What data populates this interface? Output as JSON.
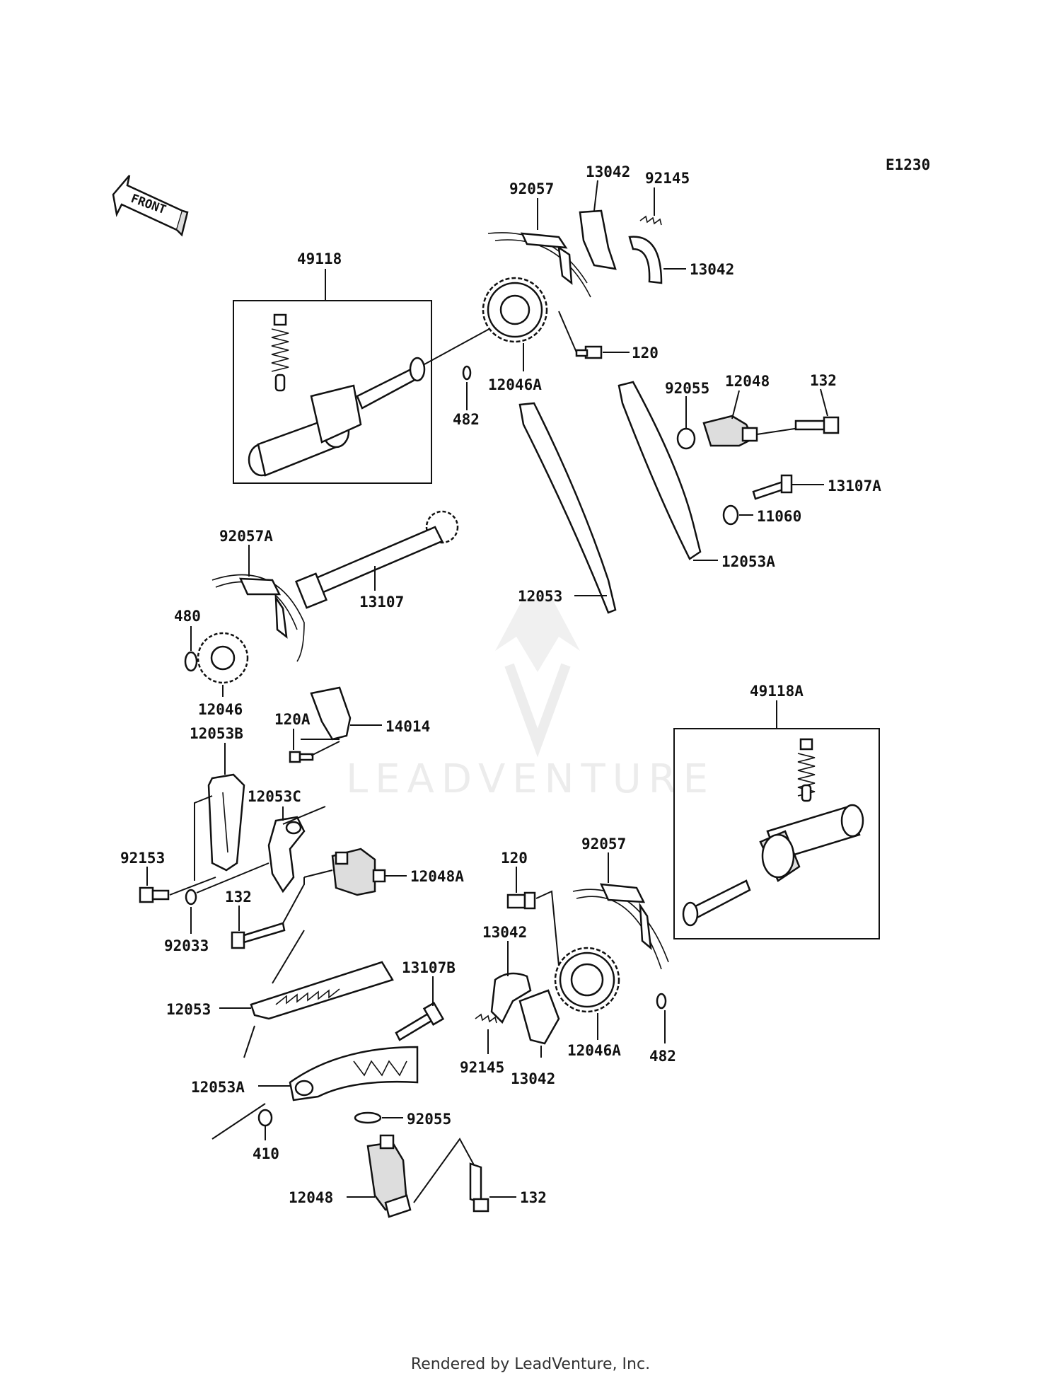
{
  "diagram_code": "E1230",
  "front_label": "FRONT",
  "watermark": "LEADVENTURE",
  "footer": "Rendered by LeadVenture, Inc.",
  "labels": {
    "l_92057_top": "92057",
    "l_13042_top": "13042",
    "l_92145_top": "92145",
    "l_13042_right": "13042",
    "l_49118": "49118",
    "l_120_top": "120",
    "l_482_top": "482",
    "l_12046A_top": "12046A",
    "l_92055_top": "92055",
    "l_12048_top": "12048",
    "l_132_top": "132",
    "l_13107A": "13107A",
    "l_11060": "11060",
    "l_12053A_top": "12053A",
    "l_12053_top": "12053",
    "l_92057A": "92057A",
    "l_13107": "13107",
    "l_480": "480",
    "l_12046": "12046",
    "l_120A": "120A",
    "l_14014": "14014",
    "l_12053B": "12053B",
    "l_12053C": "12053C",
    "l_49118A": "49118A",
    "l_92153": "92153",
    "l_12048A": "12048A",
    "l_132_mid": "132",
    "l_92033": "92033",
    "l_120_bot": "120",
    "l_92057_bot": "92057",
    "l_13042_bot1": "13042",
    "l_13107B": "13107B",
    "l_12053_bot": "12053",
    "l_92145_bot": "92145",
    "l_13042_bot2": "13042",
    "l_12046A_bot": "12046A",
    "l_482_bot": "482",
    "l_12053A_bot": "12053A",
    "l_92055_bot": "92055",
    "l_410": "410",
    "l_12048_bot": "12048",
    "l_132_bot": "132"
  }
}
